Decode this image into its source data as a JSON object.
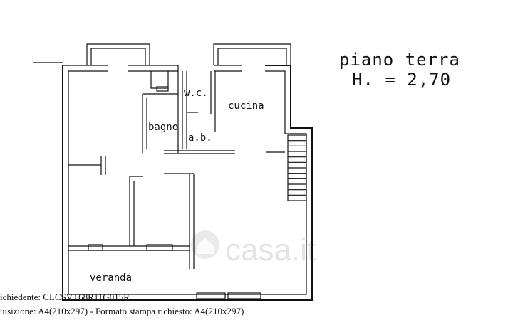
{
  "title": {
    "line1": "piano  terra",
    "line2": "H. = 2,70"
  },
  "rooms": {
    "wc": "w.c.",
    "cucina": "cucina",
    "bagno": "bagno",
    "ab": "a.b.",
    "veranda": "veranda"
  },
  "footer": {
    "line1": "ichiedente: CLCSVT68R11G015R",
    "line2": "uisizione: A4(210x297)  - Formato stampa richiesto: A4(210x297)"
  },
  "watermark": "casa.it",
  "watermark_icon": "house-icon"
}
